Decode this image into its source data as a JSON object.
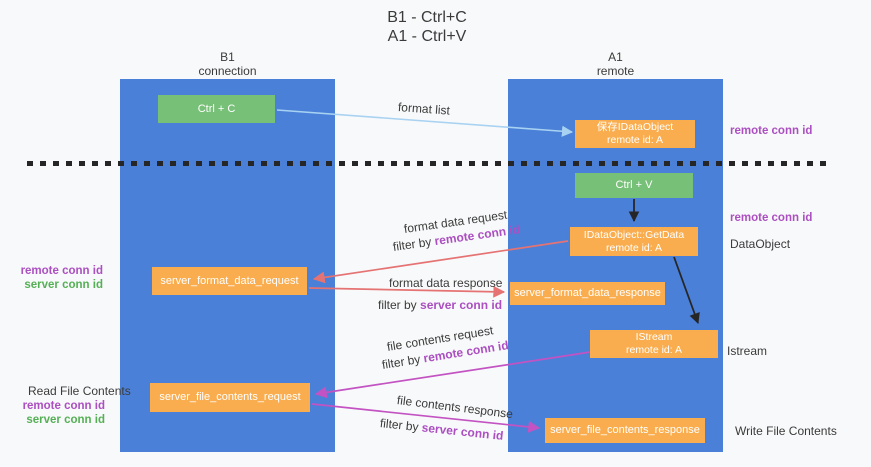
{
  "colors": {
    "bg": "#f8f9fa",
    "column_blue": "#4a80d8",
    "box_orange": "#f9ad4e",
    "box_green": "#77c077",
    "accent_purple": "#ab4fc1",
    "accent_green": "#55b055",
    "arrow_salmon": "#e57373",
    "arrow_magenta": "#c353c3",
    "arrow_blue": "#a8d2f2",
    "arrow_black": "#262626",
    "text_dark": "#3b3b3b"
  },
  "title": {
    "line1": "B1 - Ctrl+C",
    "line2": "A1 - Ctrl+V"
  },
  "lifelines": {
    "left": {
      "name": "B1",
      "role": "connection"
    },
    "right": {
      "name": "A1",
      "role": "remote"
    }
  },
  "boxes": {
    "ctrl_c": {
      "label": "Ctrl + C"
    },
    "ctrl_v": {
      "label": "Ctrl + V"
    },
    "save_dataobject": {
      "line1": "保存IDataObject",
      "line2": "remote id: A"
    },
    "getdata": {
      "line1": "IDataObject::GetData",
      "line2": "remote id: A"
    },
    "istream": {
      "line1": "IStream",
      "line2": "remote id: A"
    },
    "format_request": {
      "label": "server_format_data_request"
    },
    "format_response": {
      "label": "server_format_data_response"
    },
    "file_request": {
      "label": "server_file_contents_request"
    },
    "file_response": {
      "label": "server_file_contents_response"
    }
  },
  "side_labels": {
    "right_top_remote_conn_id": "remote conn id",
    "right_mid_remote_conn_id": "remote conn id",
    "dataobject": "DataObject",
    "istream": "Istream",
    "write_file_contents": "Write File Contents",
    "left_upper_remote_conn_id": "remote conn id",
    "left_upper_server_conn_id": "server conn id",
    "read_file_contents": "Read File Contents",
    "left_lower_remote_conn_id": "remote conn id",
    "left_lower_server_conn_id": "server conn id"
  },
  "arrow_labels": {
    "format_list": "format list",
    "format_request": {
      "line1": "format data request",
      "prefix": "filter by ",
      "key": "remote conn id"
    },
    "format_response": {
      "line1": "format data response",
      "prefix": "filter by ",
      "key": "server conn id"
    },
    "file_request": {
      "line1": "file contents request",
      "prefix": "filter by ",
      "key": "remote conn id"
    },
    "file_response": {
      "line1": "file contents response",
      "prefix": "filter by ",
      "key": "server conn id"
    }
  }
}
